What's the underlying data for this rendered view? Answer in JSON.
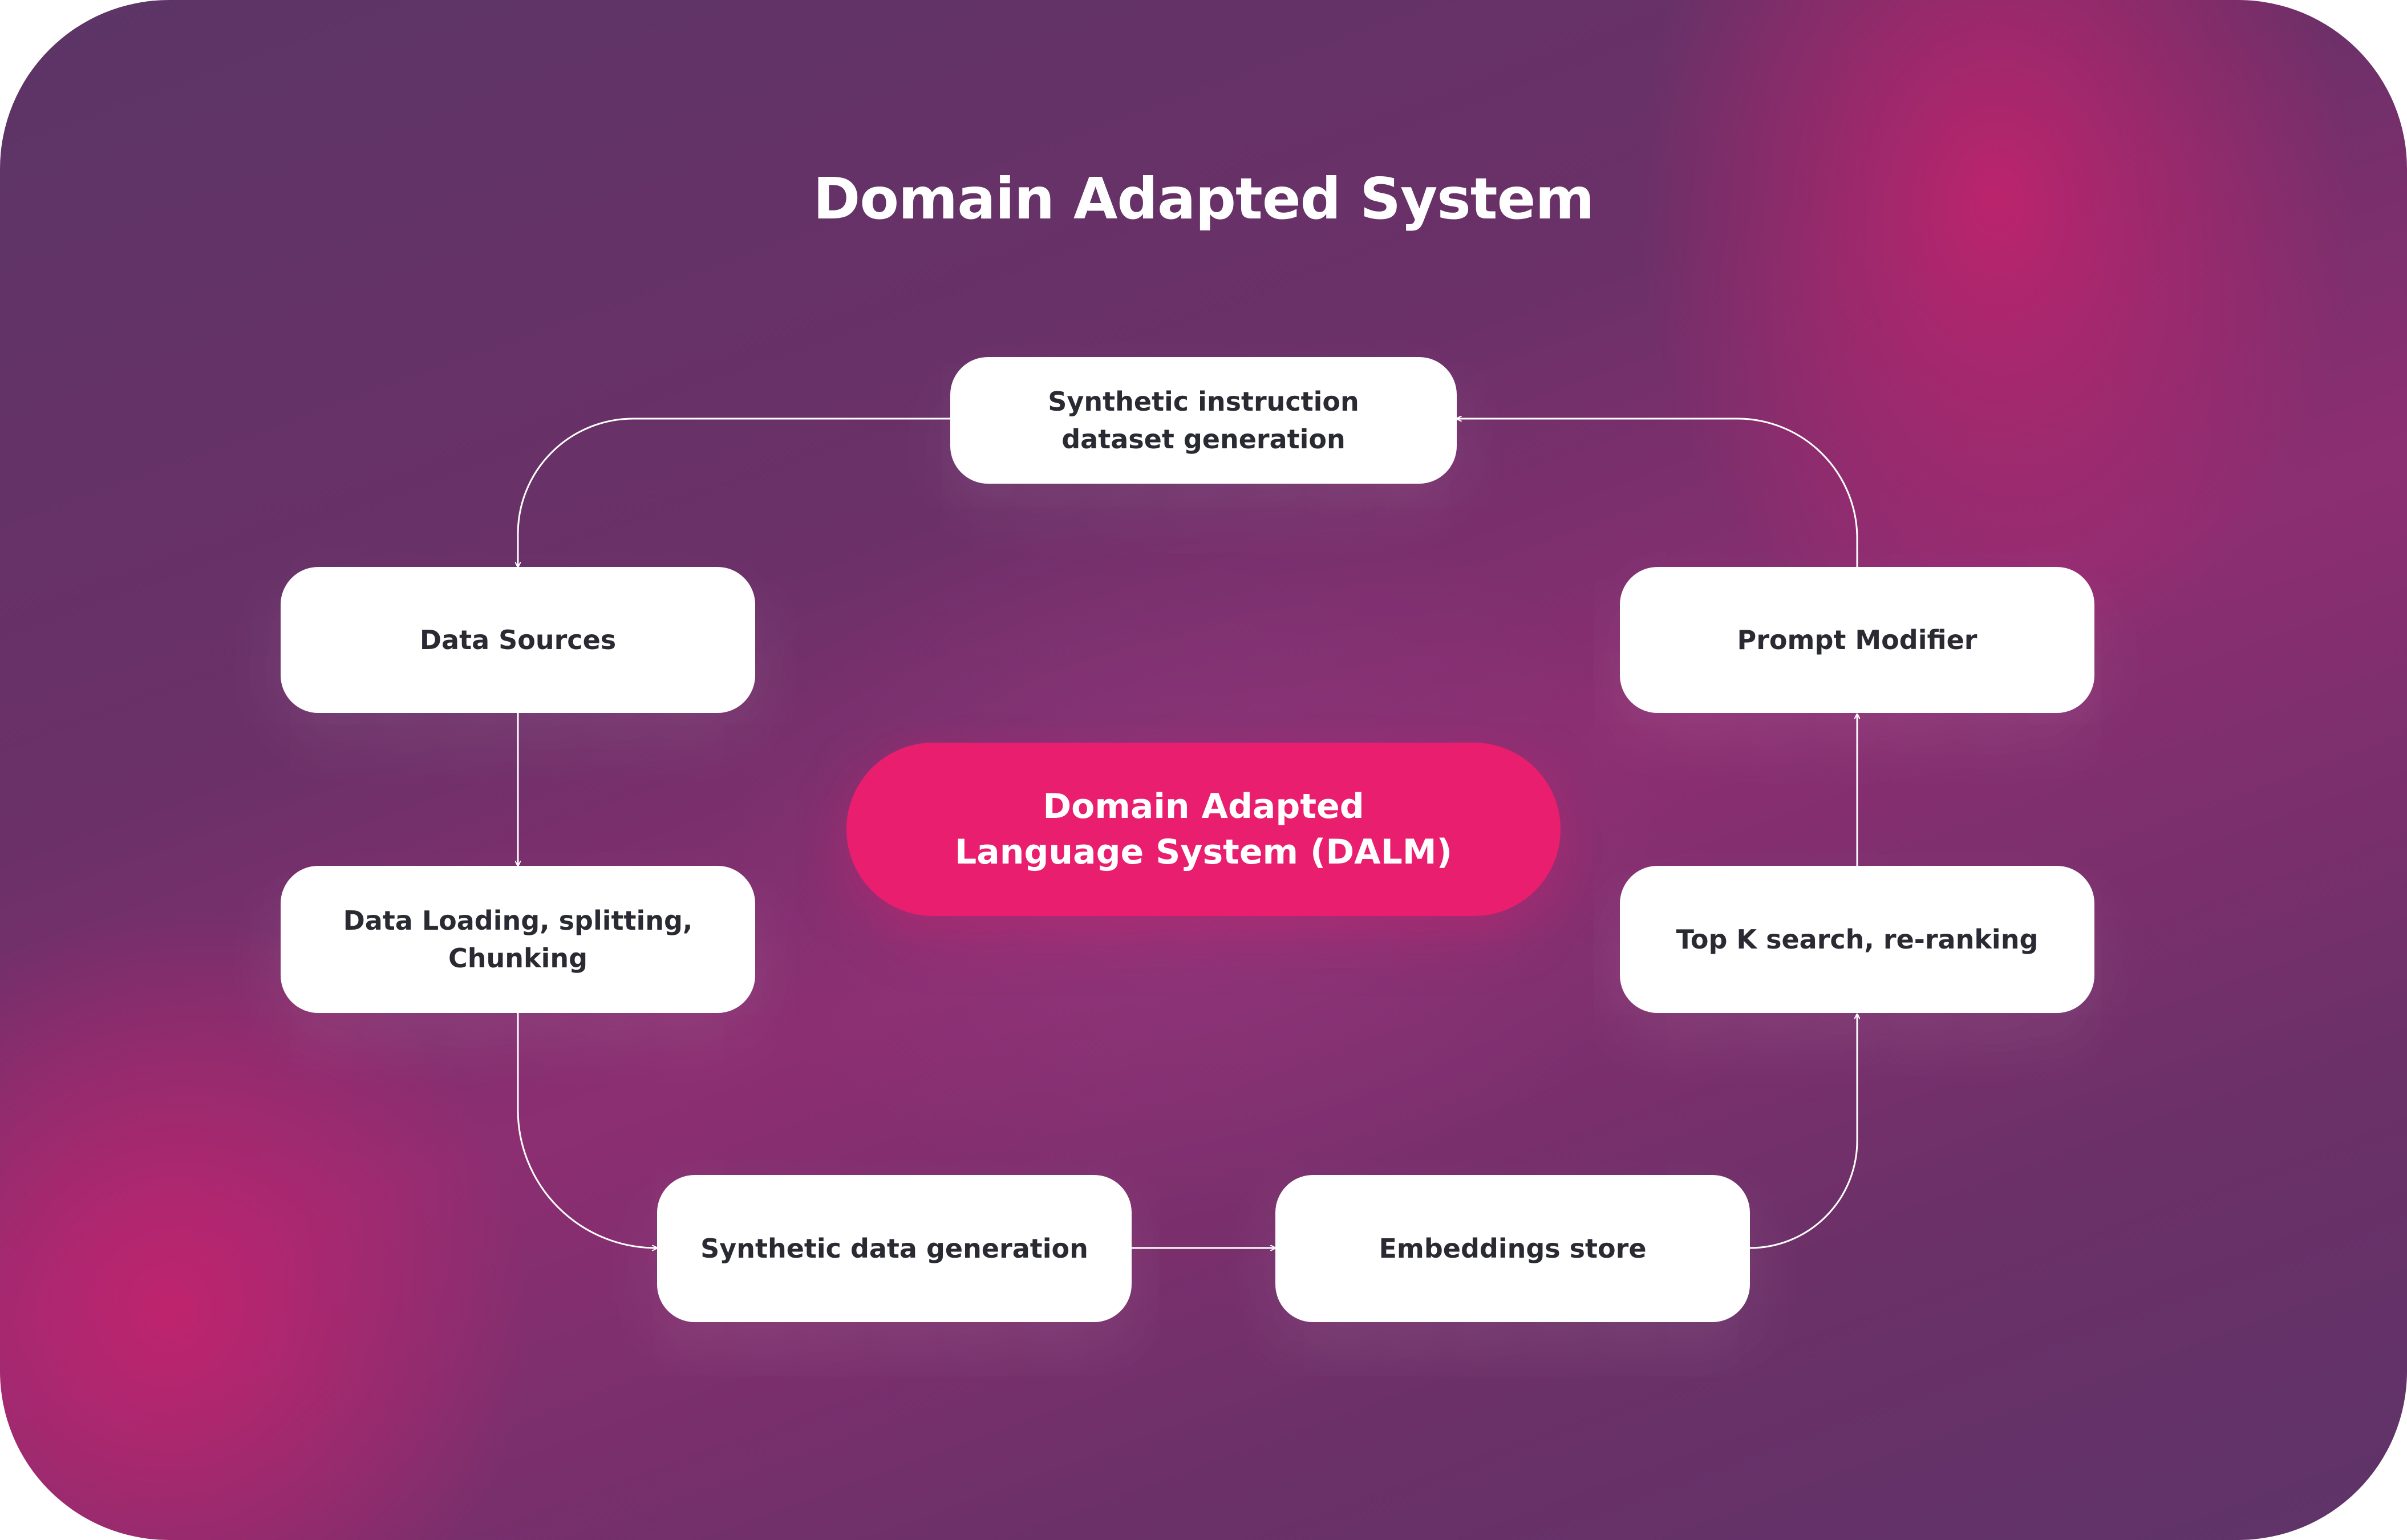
{
  "title": "Domain Adapted System",
  "center": {
    "line1": "Domain Adapted",
    "line2": "Language System (DALM)"
  },
  "nodes": {
    "synthetic_instruction": {
      "line1": "Synthetic instruction",
      "line2": "dataset generation"
    },
    "data_sources": {
      "label": "Data Sources"
    },
    "data_loading": {
      "line1": "Data Loading, splitting,",
      "line2": "Chunking"
    },
    "synthetic_data": {
      "label": "Synthetic data generation"
    },
    "embeddings": {
      "label": "Embeddings store"
    },
    "top_k": {
      "label": "Top K search, re-ranking"
    },
    "prompt_modifier": {
      "label": "Prompt Modifier"
    }
  },
  "colors": {
    "accent": "#e91e6e",
    "node_bg": "#ffffff",
    "node_text": "#2a2a33",
    "connector": "#ffffff"
  }
}
